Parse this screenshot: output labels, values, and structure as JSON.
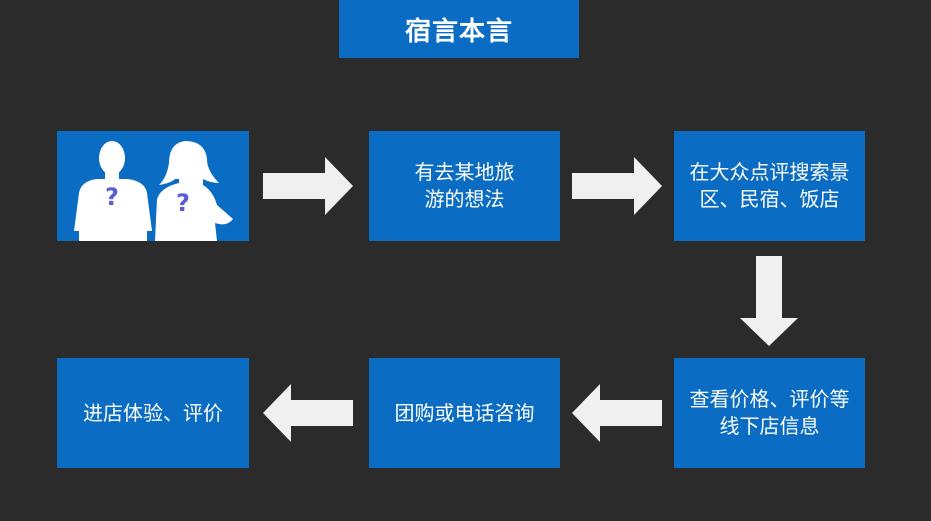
{
  "title": "宿言本言",
  "steps": {
    "step1_users_image": {
      "icon": "two-person-silhouettes-question-icon"
    },
    "step2": {
      "line1": "有去某地旅",
      "line2": "游的想法"
    },
    "step3": {
      "line1": "在大众点评搜索景",
      "line2": "区、民宿、饭店"
    },
    "step4": {
      "line1": "查看价格、评价等",
      "line2": "线下店信息"
    },
    "step5": {
      "line1": "团购或电话咨询"
    },
    "step6": {
      "line1": "进店体验、评价"
    }
  },
  "colors": {
    "background": "#2b2b2b",
    "box": "#0a6cc2",
    "arrow": "#f0f0f0",
    "question_mark": "#5b5bd6"
  }
}
